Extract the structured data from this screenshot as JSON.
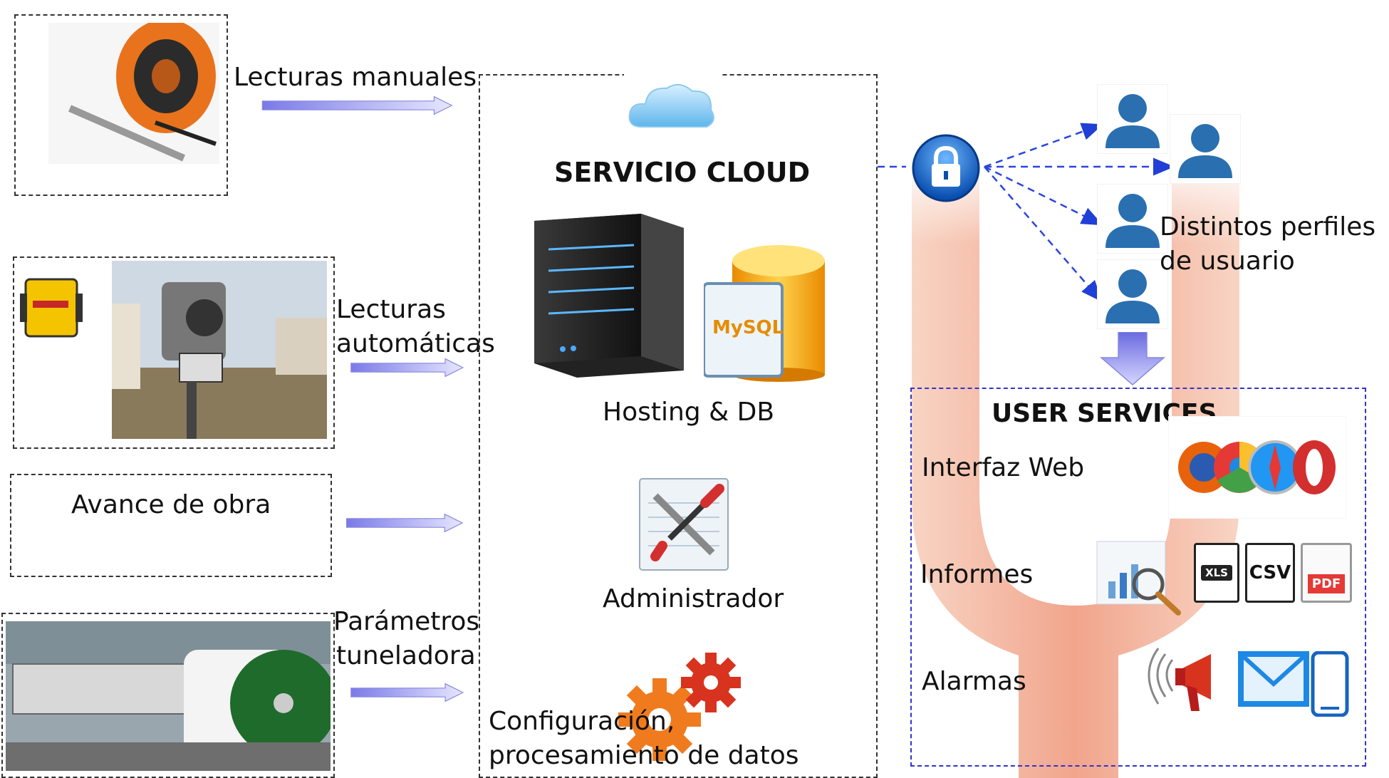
{
  "inputs": {
    "manual": {
      "label": "Lecturas manuales"
    },
    "automatic": {
      "label_line1": "Lecturas",
      "label_line2": "automáticas"
    },
    "progress": {
      "label": "Avance de obra"
    },
    "tbm": {
      "label_line1": "Parámetros",
      "label_line2": "tuneladora"
    }
  },
  "cloud": {
    "title": "SERVICIO CLOUD",
    "hosting_label": "Hosting & DB",
    "admin_label": "Administrador",
    "config_line1": "Configuración,",
    "config_line2": "procesamiento de datos",
    "mysql_text": "MySQL"
  },
  "users": {
    "label_line1": "Distintos perfiles",
    "label_line2": "de usuario"
  },
  "user_services": {
    "title": "USER SERVICES",
    "web_label": "Interfaz Web",
    "reports_label": "Informes",
    "alarms_label": "Alarmas",
    "file_types": [
      "XLS",
      "CSV",
      "PDF"
    ]
  },
  "colors": {
    "arrow_fill": "#8f8ff0",
    "dashed_box": "#333333",
    "services_box": "#3333cc",
    "fork": "#f4b6a0",
    "user_icon": "#2a6fb0"
  }
}
